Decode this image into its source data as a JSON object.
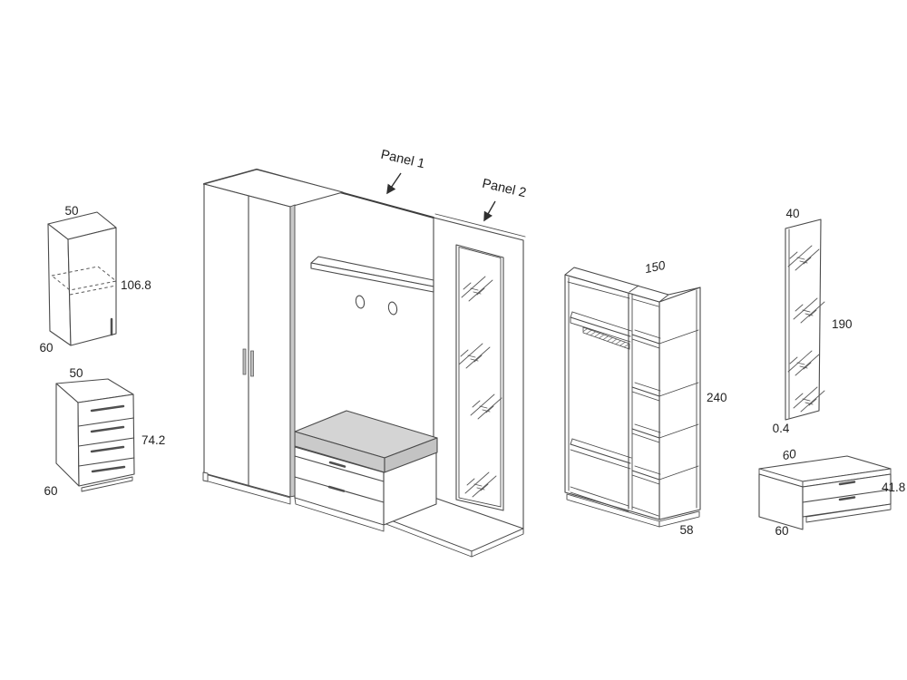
{
  "drawing": {
    "type": "furniture-technical-diagram",
    "background": "#ffffff",
    "line_color": "#4a4a4a",
    "text_color": "#222222",
    "cushion_top_color": "#d4d4d4",
    "cushion_front_color": "#cacaca",
    "cushion_side_color": "#c3c3c3",
    "labels": {
      "wall_cabinet": {
        "width": "50",
        "height": "106.8",
        "depth": "60"
      },
      "drawer_chest": {
        "width": "50",
        "height": "74.2",
        "depth": "60"
      },
      "hall_unit": {
        "panel1": "Panel 1",
        "panel2": "Panel 2"
      },
      "open_wardrobe": {
        "width": "150",
        "height": "240",
        "depth": "58"
      },
      "tall_mirror": {
        "width": "40",
        "height": "190",
        "thickness": "0.4"
      },
      "shoe_cabinet": {
        "depth_top": "60",
        "height": "41.8",
        "width_bottom": "60"
      }
    },
    "pieces": [
      {
        "name": "wall cabinet",
        "dims": "50 x 106.8 x 60"
      },
      {
        "name": "chest of drawers",
        "dims": "50 x 74.2 x 60"
      },
      {
        "name": "hall unit with panel 1 and panel 2"
      },
      {
        "name": "open wardrobe carcass",
        "dims": "150 x 240 x 58"
      },
      {
        "name": "wall mirror",
        "dims": "40 x 190 x 0.4"
      },
      {
        "name": "shoe bench cabinet",
        "dims": "60 x 41.8 x 60"
      }
    ]
  }
}
